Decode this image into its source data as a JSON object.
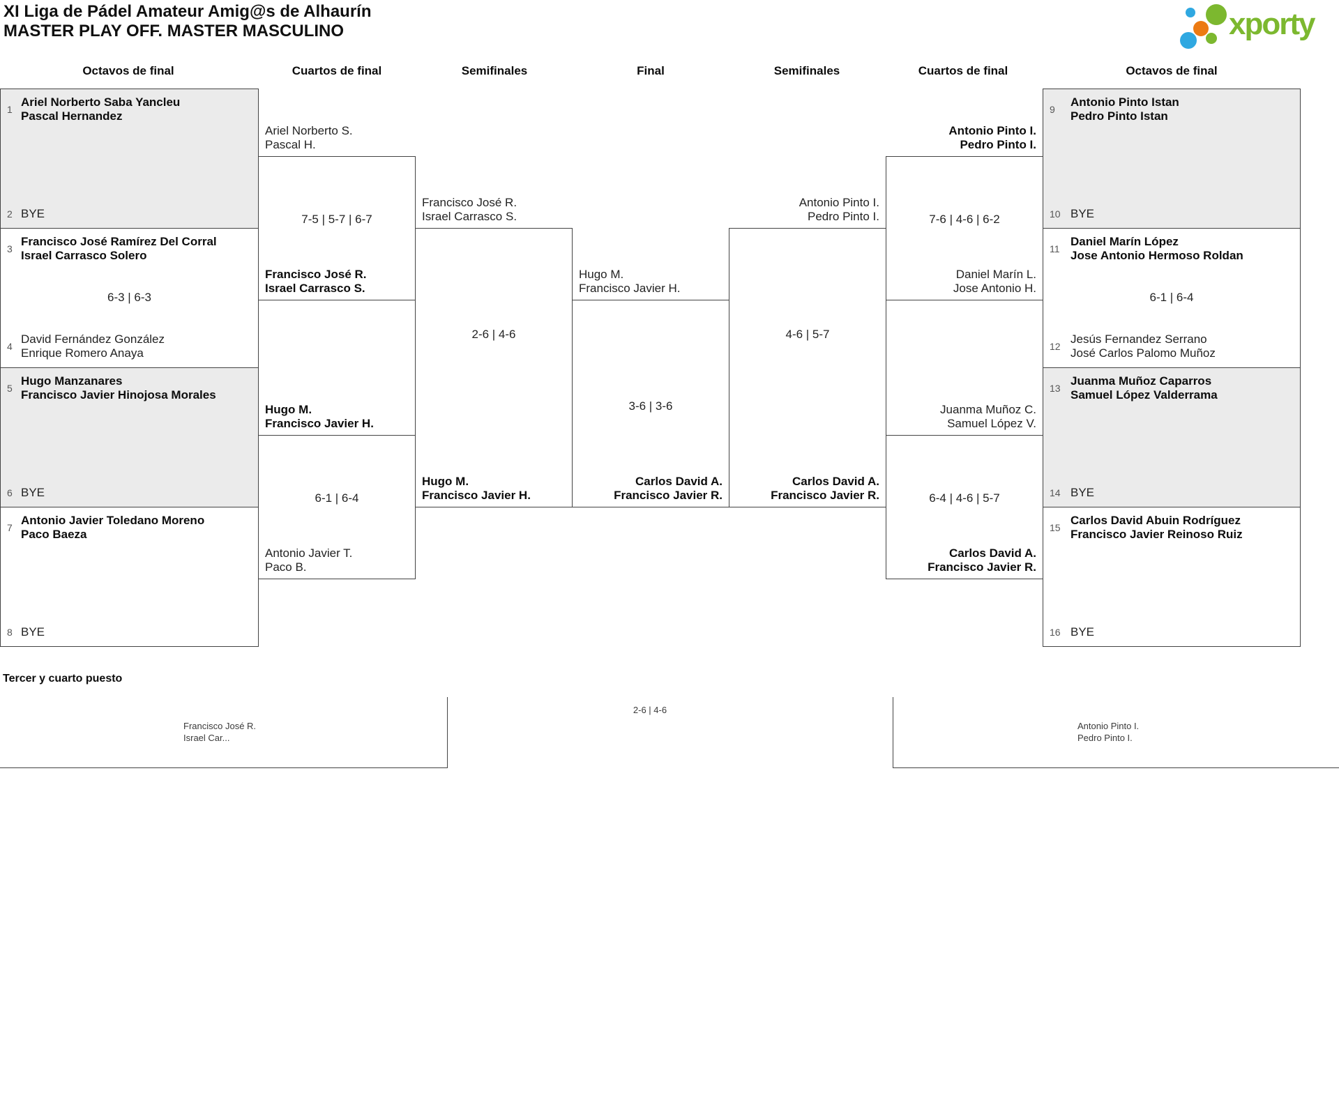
{
  "title": {
    "line1": "XI Liga de Pádel Amateur Amig@s de Alhaurín",
    "line2": "MASTER PLAY OFF. MASTER MASCULINO"
  },
  "logo": {
    "brand": "xporty",
    "colors": {
      "green": "#7cb82f",
      "blue": "#2fa8e1",
      "orange": "#ec7a12"
    }
  },
  "round_headers": [
    "Octavos de final",
    "Cuartos de final",
    "Semifinales",
    "Final",
    "Semifinales",
    "Cuartos de final",
    "Octavos de final"
  ],
  "bracket": {
    "octavos_left": [
      {
        "seed_top": "1",
        "team_top": [
          "Ariel Norberto Saba Yancleu",
          "Pascal Hernandez"
        ],
        "score": "",
        "seed_bottom": "2",
        "team_bottom": [
          "BYE"
        ]
      },
      {
        "seed_top": "3",
        "team_top": [
          "Francisco José Ramírez Del Corral",
          "Israel Carrasco Solero"
        ],
        "score": "6-3 | 6-3",
        "seed_bottom": "4",
        "team_bottom": [
          "David Fernández González",
          "Enrique Romero Anaya"
        ]
      },
      {
        "seed_top": "5",
        "team_top": [
          "Hugo Manzanares",
          "Francisco Javier Hinojosa Morales"
        ],
        "score": "",
        "seed_bottom": "6",
        "team_bottom": [
          "BYE"
        ]
      },
      {
        "seed_top": "7",
        "team_top": [
          "Antonio Javier Toledano Moreno",
          "Paco Baeza"
        ],
        "score": "",
        "seed_bottom": "8",
        "team_bottom": [
          "BYE"
        ]
      }
    ],
    "octavos_right": [
      {
        "seed_top": "9",
        "team_top": [
          "Antonio Pinto Istan",
          "Pedro Pinto Istan"
        ],
        "score": "",
        "seed_bottom": "10",
        "team_bottom": [
          "BYE"
        ]
      },
      {
        "seed_top": "11",
        "team_top": [
          "Daniel Marín López",
          "Jose Antonio Hermoso Roldan"
        ],
        "score": "6-1 | 6-4",
        "seed_bottom": "12",
        "team_bottom": [
          "Jesús Fernandez Serrano",
          "José Carlos Palomo Muñoz"
        ]
      },
      {
        "seed_top": "13",
        "team_top": [
          "Juanma Muñoz Caparros",
          "Samuel López Valderrama"
        ],
        "score": "",
        "seed_bottom": "14",
        "team_bottom": [
          "BYE"
        ]
      },
      {
        "seed_top": "15",
        "team_top": [
          "Carlos David Abuin Rodríguez",
          "Francisco Javier Reinoso Ruiz"
        ],
        "score": "",
        "seed_bottom": "16",
        "team_bottom": [
          "BYE"
        ]
      }
    ],
    "cuartos_left": [
      {
        "team_top": [
          "Ariel Norberto S.",
          "Pascal H."
        ],
        "score": "7-5 | 5-7 | 6-7",
        "team_bottom": [
          "Francisco José R.",
          "Israel Carrasco S."
        ],
        "winner": "bottom"
      },
      {
        "team_top": [
          "Hugo M.",
          "Francisco Javier H."
        ],
        "score": "6-1 | 6-4",
        "team_bottom": [
          "Antonio Javier T.",
          "Paco B."
        ],
        "winner": "top"
      }
    ],
    "cuartos_right": [
      {
        "team_top": [
          "Antonio Pinto I.",
          "Pedro Pinto I."
        ],
        "score": "7-6 | 4-6 | 6-2",
        "team_bottom": [
          "Daniel Marín L.",
          "Jose Antonio H."
        ],
        "winner": "top"
      },
      {
        "team_top": [
          "Juanma Muñoz C.",
          "Samuel López V."
        ],
        "score": "6-4 | 4-6 | 5-7",
        "team_bottom": [
          "Carlos David A.",
          "Francisco Javier R."
        ],
        "winner": "bottom"
      }
    ],
    "semifinal_left": {
      "team_top": [
        "Francisco José R.",
        "Israel Carrasco S."
      ],
      "score": "2-6 | 4-6",
      "team_bottom": [
        "Hugo M.",
        "Francisco Javier H."
      ],
      "winner": "bottom"
    },
    "semifinal_right": {
      "team_top": [
        "Antonio Pinto I.",
        "Pedro Pinto I."
      ],
      "score": "4-6 | 5-7",
      "team_bottom": [
        "Carlos David A.",
        "Francisco Javier R."
      ],
      "winner": "bottom"
    },
    "final": {
      "team_top": [
        "Hugo M.",
        "Francisco Javier H."
      ],
      "score": "3-6 | 3-6",
      "team_bottom": [
        "Carlos David A.",
        "Francisco Javier R."
      ],
      "winner": "bottom"
    }
  },
  "third_place": {
    "heading": "Tercer y cuarto puesto",
    "team_left": [
      "Francisco José R.",
      "Israel Car..."
    ],
    "score": "2-6 | 4-6",
    "team_right": [
      "Antonio Pinto I.",
      "Pedro Pinto I."
    ]
  }
}
